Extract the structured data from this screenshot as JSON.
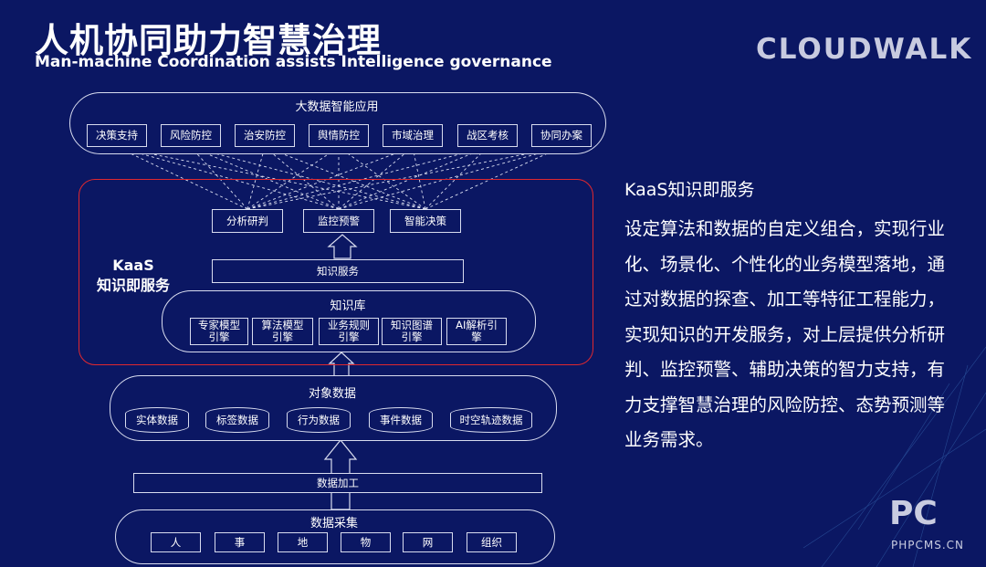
{
  "header": {
    "title_cn": "人机协同助力智慧治理",
    "title_en": "Man-machine Coordination assists Intelligence governance",
    "logo_text": "CLOUDWALK"
  },
  "diagram": {
    "app_layer": {
      "title": "大数据智能应用",
      "items": [
        "决策支持",
        "风险防控",
        "治安防控",
        "舆情防控",
        "市域治理",
        "战区考核",
        "协同办案"
      ]
    },
    "kaas": {
      "label_line1": "KaaS",
      "label_line2": "知识即服务",
      "services": [
        "分析研判",
        "监控预警",
        "智能决策"
      ],
      "knowledge_service": "知识服务",
      "knowledge_base": {
        "title": "知识库",
        "engines": [
          {
            "line1": "专家模型",
            "line2": "引擎"
          },
          {
            "line1": "算法模型",
            "line2": "引擎"
          },
          {
            "line1": "业务规则",
            "line2": "引擎"
          },
          {
            "line1": "知识图谱",
            "line2": "引擎"
          },
          {
            "line1": "AI解析引",
            "line2": "擎"
          }
        ]
      }
    },
    "object_data": {
      "title": "对象数据",
      "items": [
        "实体数据",
        "标签数据",
        "行为数据",
        "事件数据",
        "时空轨迹数据"
      ]
    },
    "processing": "数据加工",
    "collection": {
      "title": "数据采集",
      "items": [
        "人",
        "事",
        "地",
        "物",
        "网",
        "组织"
      ]
    }
  },
  "description": {
    "heading": "KaaS知识即服务",
    "body": "设定算法和数据的自定义组合，实现行业化、场景化、个性化的业务模型落地，通过对数据的探查、加工等特征工程能力，实现知识的开发服务，对上层提供分析研判、监控预警、辅助决策的智力支持，有力支撑智慧治理的风险防控、态势预测等业务需求。"
  },
  "watermark": {
    "main": "PC",
    "sub": "PHPCMS.CN"
  },
  "colors": {
    "background": "#0b1763",
    "kaas_border": "#e0282f",
    "line": "#d8dcef"
  }
}
